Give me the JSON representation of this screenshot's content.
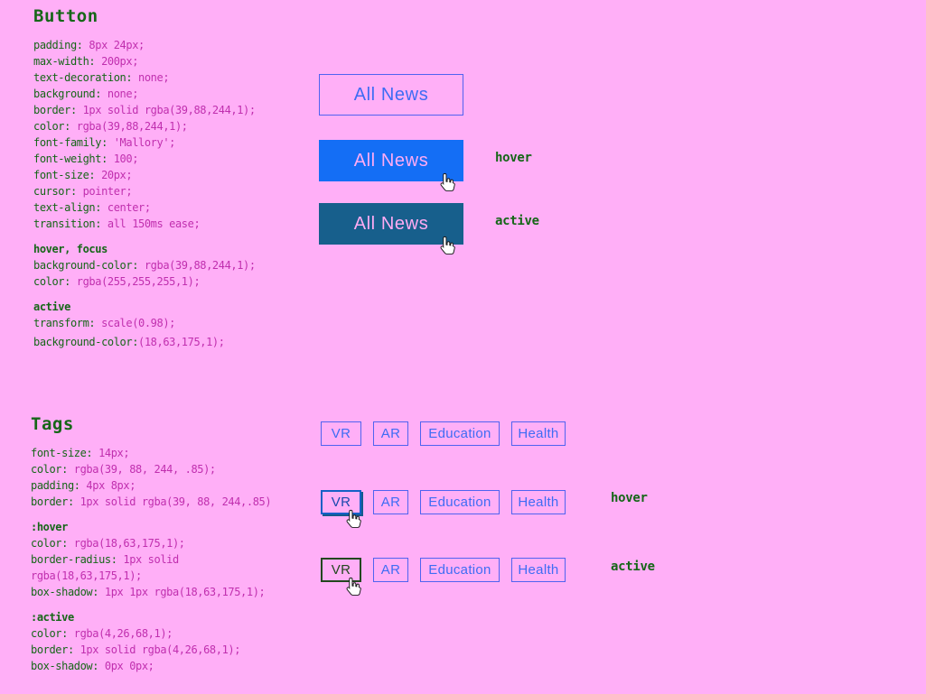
{
  "page": {
    "background": "#ffaff7"
  },
  "palette": {
    "code_green": "#166618",
    "code_magenta": "#c02fae",
    "blue_text": "#3e6cf4",
    "blue_border": "#4f63f0",
    "hover_fill": "#146ef5",
    "active_fill": "#175f8c",
    "pink_text_on_fill": "#ffabf3",
    "tag_hover_border": "#1560c6",
    "tag_active_border": "#23471f"
  },
  "icons": {
    "hand_pointer": "hand-pointer-icon"
  },
  "button_section": {
    "title": "Button",
    "code": [
      {
        "p": "padding:",
        "v": " 8px 24px;"
      },
      {
        "p": "max-width:",
        "v": " 200px;"
      },
      {
        "p": "text-decoration:",
        "v": " none;"
      },
      {
        "p": "background:",
        "v": " none;"
      },
      {
        "p": "border:",
        "v": " 1px solid rgba(39,88,244,1);"
      },
      {
        "p": "color:",
        "v": " rgba(39,88,244,1);"
      },
      {
        "p": "font-family:",
        "v": " 'Mallory';"
      },
      {
        "p": "font-weight:",
        "v": " 100;"
      },
      {
        "p": "font-size:",
        "v": " 20px;"
      },
      {
        "p": "cursor:",
        "v": " pointer;"
      },
      {
        "p": "text-align:",
        "v": " center;"
      },
      {
        "p": "transition:",
        "v": " all 150ms ease;"
      },
      {
        "h": "hover, focus"
      },
      {
        "p": "background-color:",
        "v": " rgba(39,88,244,1);"
      },
      {
        "p": "color:",
        "v": " rgba(255,255,255,1);"
      },
      {
        "h": "active"
      },
      {
        "p": "transform:",
        "v": " scale(0.98);"
      },
      {
        "p": "background-color:",
        "v": "(18,63,175,1);"
      }
    ],
    "examples": {
      "default_label": "All News",
      "hover_label": "All News",
      "active_label": "All News",
      "hover_state": "hover",
      "active_state": "active"
    }
  },
  "tags_section": {
    "title": "Tags",
    "code": [
      {
        "p": "font-size:",
        "v": " 14px;"
      },
      {
        "p": "color:",
        "v": " rgba(39, 88, 244, .85);"
      },
      {
        "p": "padding:",
        "v": " 4px 8px;"
      },
      {
        "p": "border:",
        "v": " 1px solid rgba(39, 88, 244,.85)"
      },
      {
        "h": ":hover"
      },
      {
        "p": "color:",
        "v": " rgba(18,63,175,1);"
      },
      {
        "p": "border-radius:",
        "v": " 1px solid"
      },
      {
        "c": "rgba(18,63,175,1);"
      },
      {
        "p": "box-shadow:",
        "v": " 1px 1px rgba(18,63,175,1);"
      },
      {
        "h": ":active"
      },
      {
        "p": "color:",
        "v": " rgba(4,26,68,1);"
      },
      {
        "p": "border:",
        "v": " 1px solid rgba(4,26,68,1);"
      },
      {
        "p": "box-shadow:",
        "v": " 0px 0px;"
      }
    ],
    "tags": [
      "VR",
      "AR",
      "Education",
      "Health"
    ],
    "hover_state": "hover",
    "active_state": "active"
  }
}
